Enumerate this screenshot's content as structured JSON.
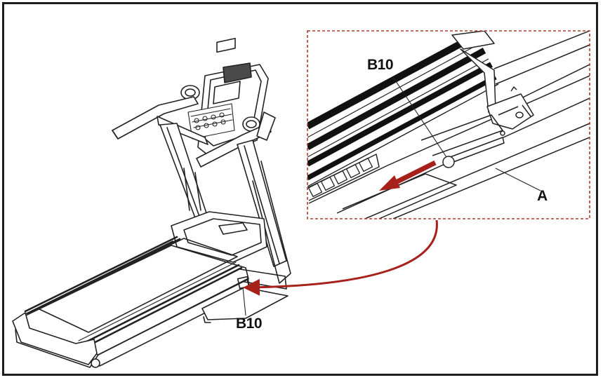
{
  "callouts": {
    "detail_part_label": "B10",
    "detail_frame_label": "A",
    "main_part_label": "B10"
  },
  "colors": {
    "frame": "#1f1f1f",
    "line_art": "#222222",
    "detail_border": "#b03a2e",
    "arrow": "#a5211a"
  },
  "icons": {
    "direction_arrow": "arrow-left-down-icon",
    "pointer_arrow": "curved-arrow-icon"
  }
}
